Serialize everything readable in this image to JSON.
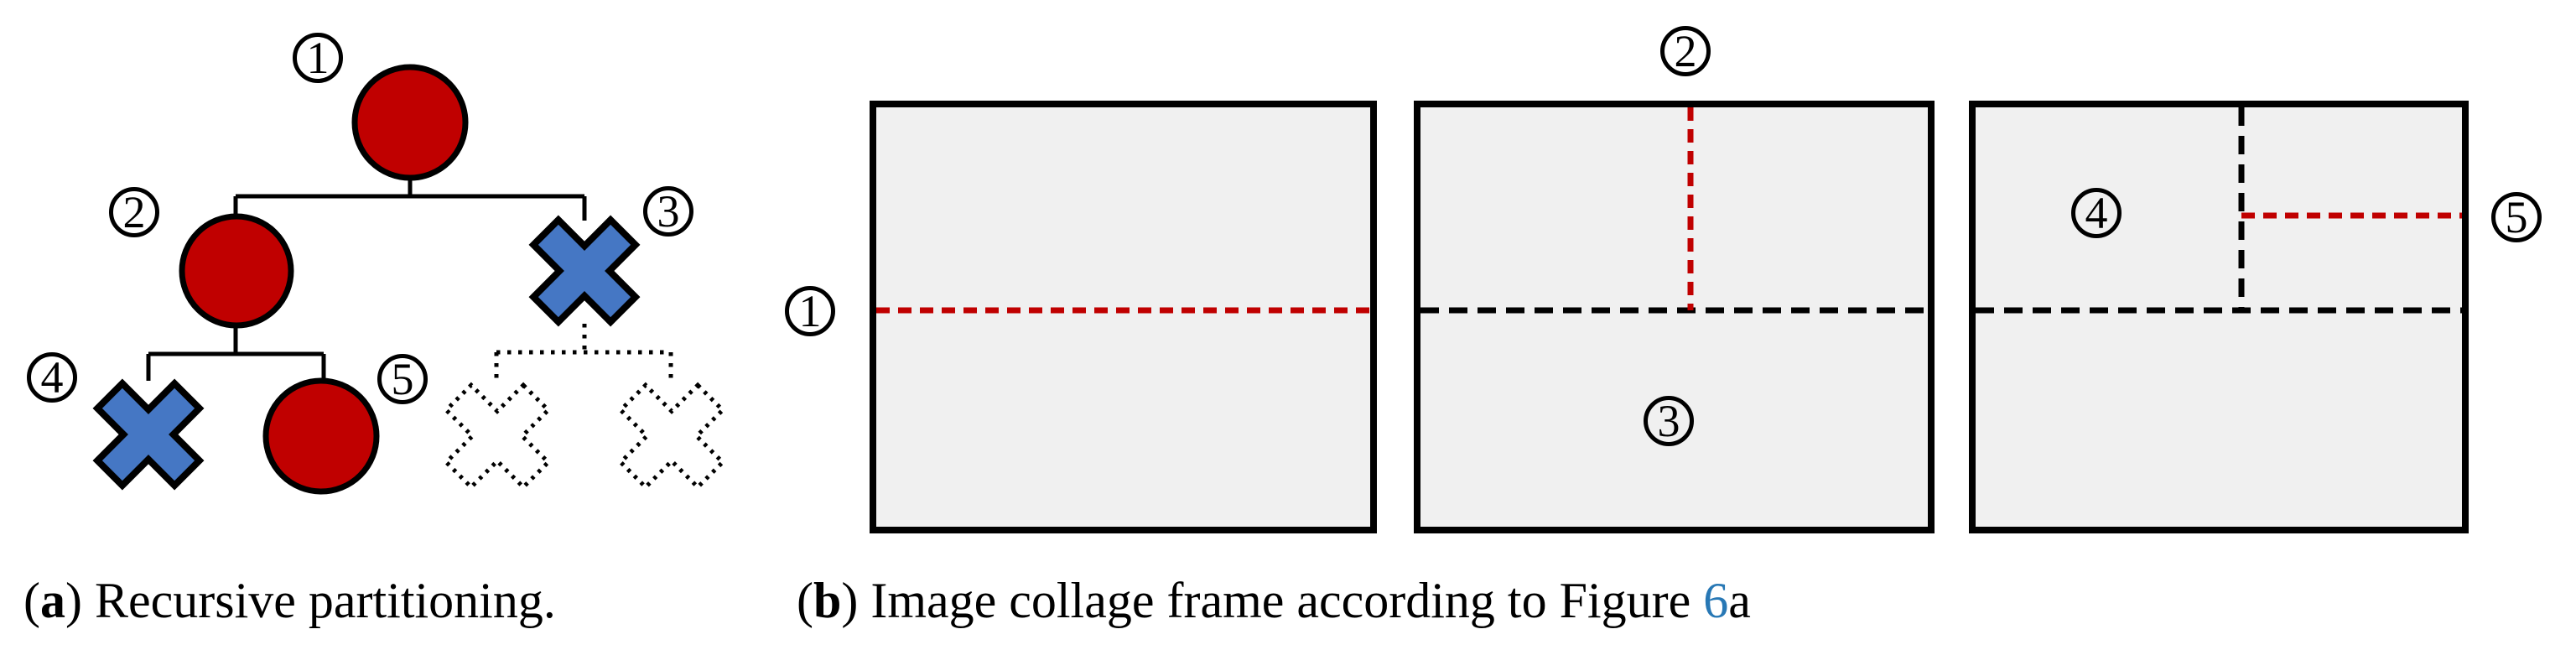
{
  "colors": {
    "red": "#c00000",
    "blue": "#4577c4",
    "panel": "#f0f0f0",
    "link": "#2878b5"
  },
  "tree": {
    "labels": [
      "1",
      "2",
      "3",
      "4",
      "5"
    ],
    "structure": {
      "node1": {
        "shape": "red-circle",
        "children": [
          "node2",
          "node3"
        ]
      },
      "node2": {
        "shape": "red-circle",
        "children": [
          "node4",
          "node5"
        ]
      },
      "node3": {
        "shape": "blue-cross",
        "children": [
          "ghost-cross",
          "ghost-cross"
        ],
        "children_style": "dotted"
      },
      "node4": {
        "shape": "blue-cross"
      },
      "node5": {
        "shape": "red-circle"
      }
    }
  },
  "collage": {
    "markers": [
      "1",
      "2",
      "3",
      "4",
      "5"
    ],
    "frames": [
      {
        "cuts": [
          {
            "dir": "horizontal",
            "color": "red",
            "marker": "1"
          }
        ]
      },
      {
        "cuts": [
          {
            "dir": "horizontal",
            "color": "black"
          },
          {
            "dir": "vertical",
            "region": "top",
            "color": "red",
            "marker": "2"
          }
        ],
        "region_marker": "3"
      },
      {
        "cuts": [
          {
            "dir": "horizontal",
            "color": "black"
          },
          {
            "dir": "vertical",
            "region": "top",
            "color": "black"
          },
          {
            "dir": "horizontal",
            "region": "top-right",
            "color": "red",
            "marker": "5"
          }
        ],
        "region_marker": "4"
      }
    ]
  },
  "caption_a": {
    "pre": "(",
    "label": "a",
    "post": ")",
    "text": " Recursive partitioning."
  },
  "caption_b": {
    "pre": "(",
    "label": "b",
    "post": ")",
    "text": " Image collage frame according to Figure ",
    "link_text": "6",
    "suffix": "a"
  }
}
